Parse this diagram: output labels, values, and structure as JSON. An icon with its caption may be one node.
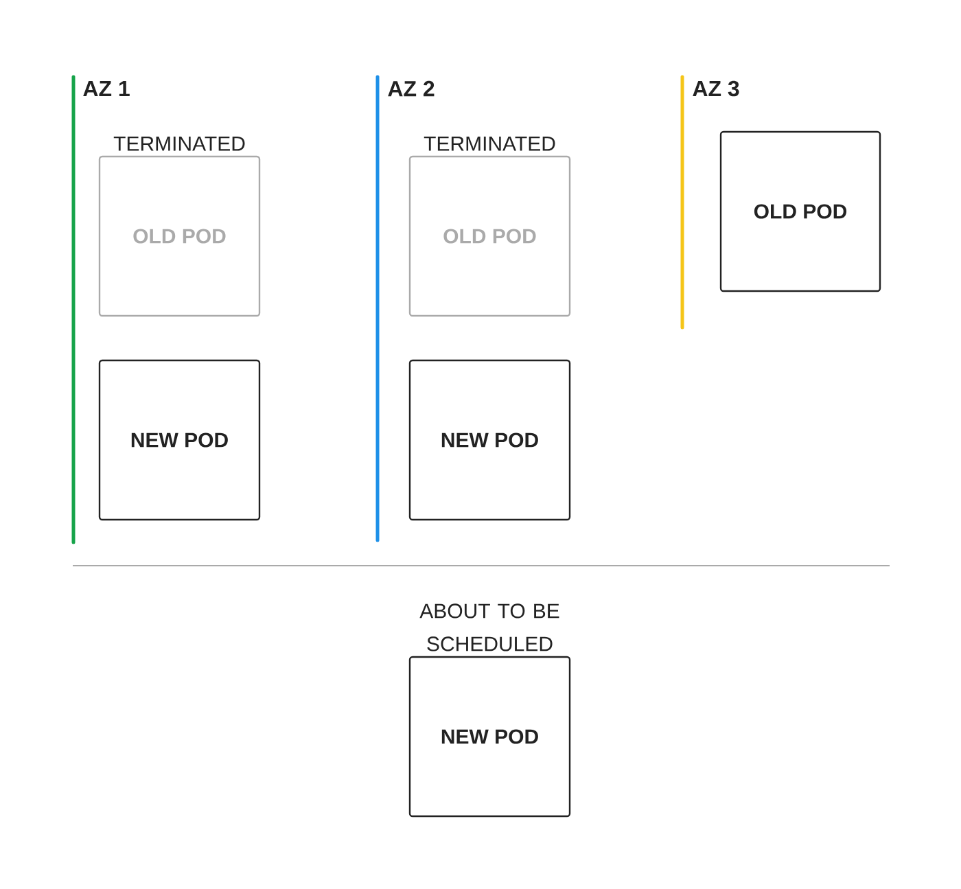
{
  "diagram": {
    "nodes": [
      {
        "text": [
          "TERMINATED",
          "OLD POD"
        ]
      },
      {
        "text": [
          "NEW POD"
        ]
      },
      {
        "text": [
          "TERMINATED",
          "OLD POD"
        ]
      },
      {
        "text": [
          "NEW POD"
        ]
      },
      {
        "text": [
          "OLD POD"
        ]
      },
      {
        "text": [
          "ABOUT TO BE SCHEDULED",
          "NEW POD"
        ]
      }
    ],
    "edges": [],
    "labels": [
      "AZ 1",
      "AZ 2",
      "AZ 3"
    ]
  }
}
